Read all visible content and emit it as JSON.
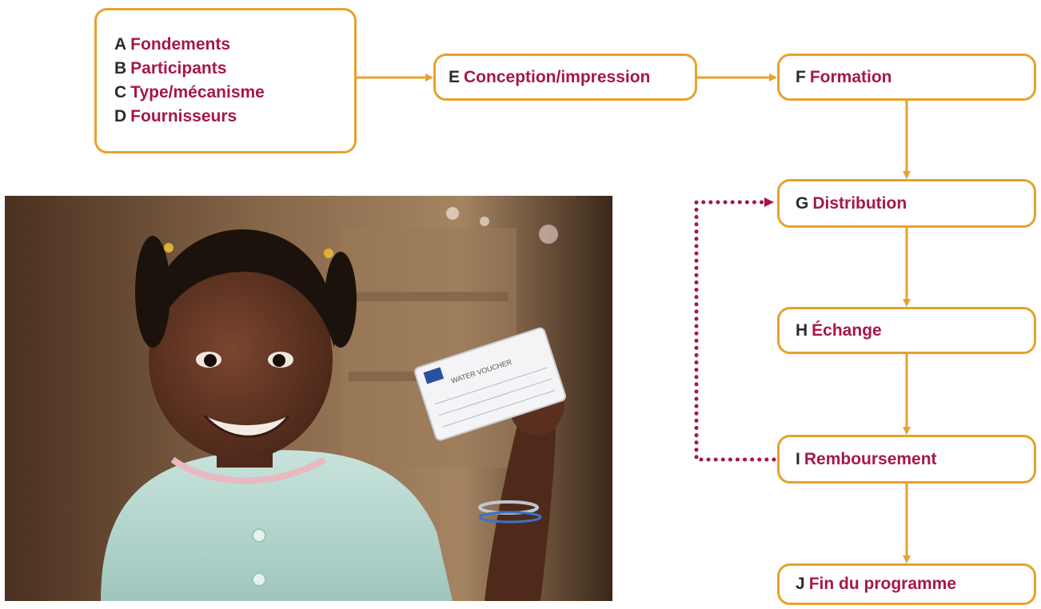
{
  "steps": {
    "A": {
      "letter": "A",
      "label": "Fondements"
    },
    "B": {
      "letter": "B",
      "label": "Participants"
    },
    "C": {
      "letter": "C",
      "label": "Type/mécanisme"
    },
    "D": {
      "letter": "D",
      "label": "Fournisseurs"
    },
    "E": {
      "letter": "E",
      "label": "Conception/impression"
    },
    "F": {
      "letter": "F",
      "label": "Formation"
    },
    "G": {
      "letter": "G",
      "label": "Distribution"
    },
    "H": {
      "letter": "H",
      "label": "Échange"
    },
    "I": {
      "letter": "I",
      "label": "Remboursement"
    },
    "J": {
      "letter": "J",
      "label": "Fin du programme"
    }
  },
  "colors": {
    "box_border": "#e8a12c",
    "arrow": "#e8a12c",
    "loop_arrow": "#a5174e",
    "letter": "#2b2b2b",
    "label": "#a5174e"
  },
  "photo": {
    "icon": "photo-girl-with-water-voucher",
    "voucher_text": "WATER VOUCHER"
  }
}
